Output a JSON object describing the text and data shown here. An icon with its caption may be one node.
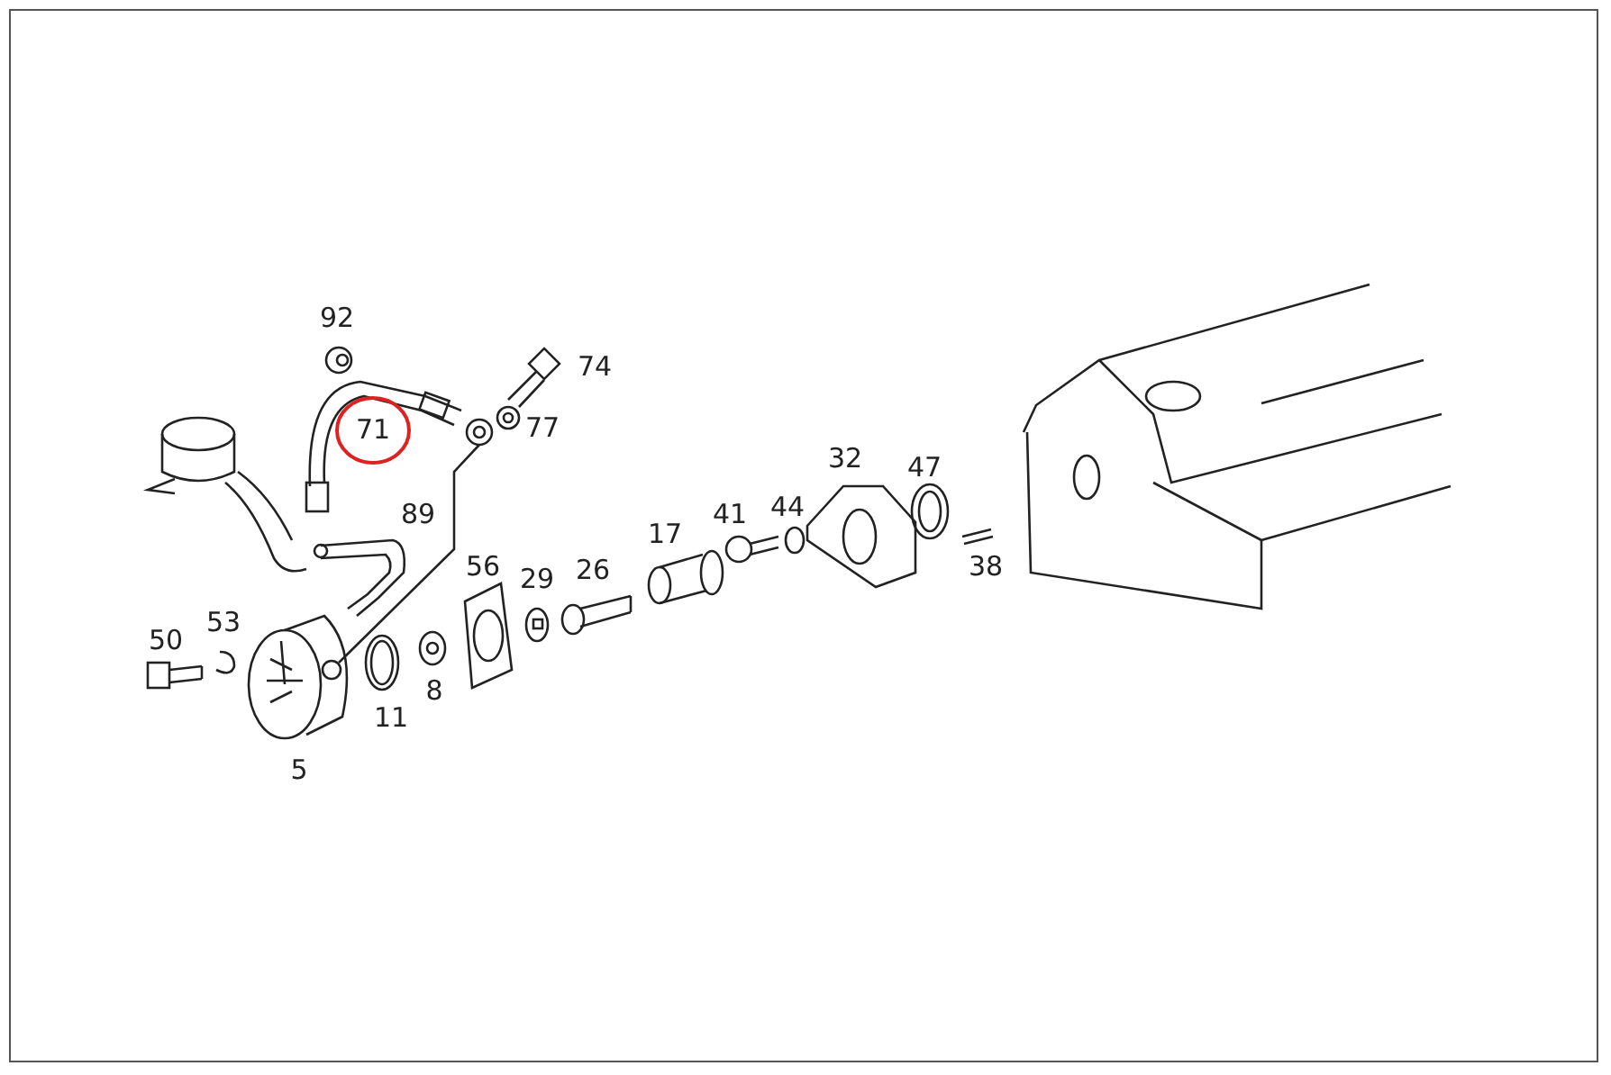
{
  "diagram": {
    "labels": [
      "92",
      "74",
      "71",
      "77",
      "32",
      "47",
      "89",
      "44",
      "41",
      "17",
      "56",
      "38",
      "26",
      "29",
      "53",
      "50",
      "8",
      "11",
      "5"
    ]
  }
}
